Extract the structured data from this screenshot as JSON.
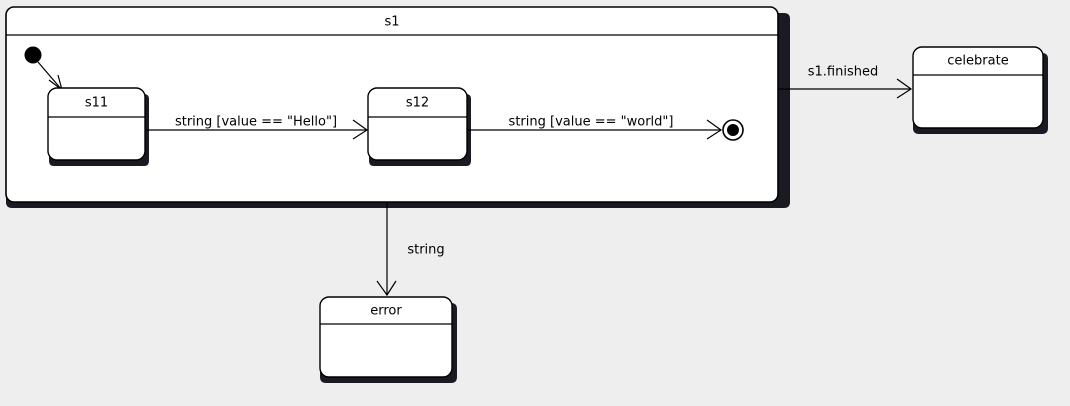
{
  "diagram": {
    "type": "uml-state-machine",
    "background_color": "#eeeeee",
    "stroke_color": "#000000",
    "fill_color": "#ffffff",
    "composite": {
      "name": "s1",
      "title": "s1"
    },
    "states": [
      {
        "id": "s11",
        "label": "s11"
      },
      {
        "id": "s12",
        "label": "s12"
      },
      {
        "id": "celebrate",
        "label": "celebrate"
      },
      {
        "id": "error",
        "label": "error"
      }
    ],
    "pseudostates": [
      {
        "id": "initial",
        "kind": "initial"
      },
      {
        "id": "final",
        "kind": "final"
      }
    ],
    "transitions": [
      {
        "id": "t-init-s11",
        "from": "initial",
        "to": "s11",
        "label": ""
      },
      {
        "id": "t-s11-s12",
        "from": "s11",
        "to": "s12",
        "label": "string [value == \"Hello\"]"
      },
      {
        "id": "t-s12-final",
        "from": "s12",
        "to": "final",
        "label": "string [value == \"world\"]"
      },
      {
        "id": "t-s1-celebrate",
        "from": "s1",
        "to": "celebrate",
        "label": "s1.finished"
      },
      {
        "id": "t-s1-error",
        "from": "s1",
        "to": "error",
        "label": "string"
      }
    ]
  }
}
